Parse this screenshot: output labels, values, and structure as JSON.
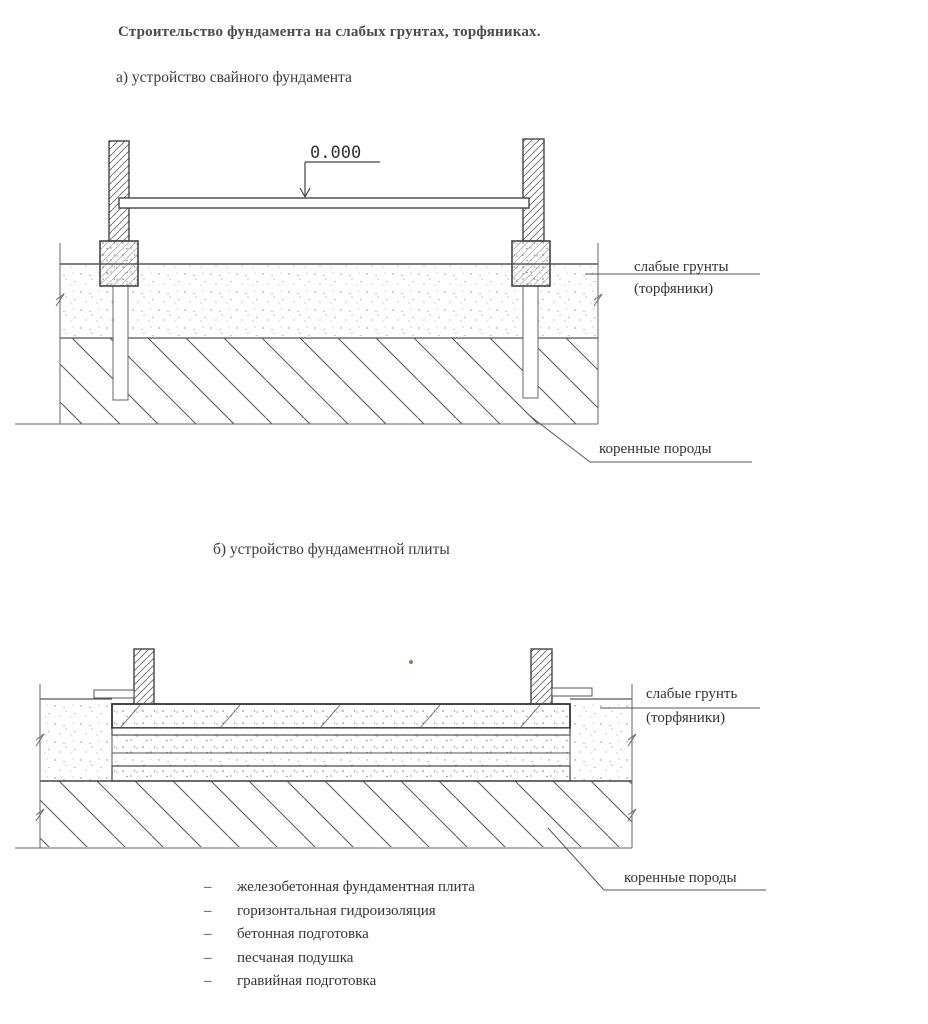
{
  "title": "Строительство фундамента на слабых грунтах, торфяниках.",
  "section_a": {
    "subtitle": "а) устройство свайного фундамента",
    "level_mark": "0.000",
    "weak_soil_label_line1": "слабые грунты",
    "weak_soil_label_line2": "(торфяники)",
    "bedrock_label": "коренные породы"
  },
  "section_b": {
    "subtitle": "б) устройство фундаментной плиты",
    "weak_soil_label_line1": "слабые грунть",
    "weak_soil_label_line2": "(торфяники)",
    "bedrock_label": "коренные породы",
    "legend": [
      {
        "dash": "–",
        "text": "железобетонная фундаментная плита"
      },
      {
        "dash": "–",
        "text": "горизонтальная гидроизоляция"
      },
      {
        "dash": "–",
        "text": "бетонная подготовка"
      },
      {
        "dash": "–",
        "text": "песчаная подушка"
      },
      {
        "dash": "–",
        "text": "гравийная подготовка"
      }
    ]
  }
}
